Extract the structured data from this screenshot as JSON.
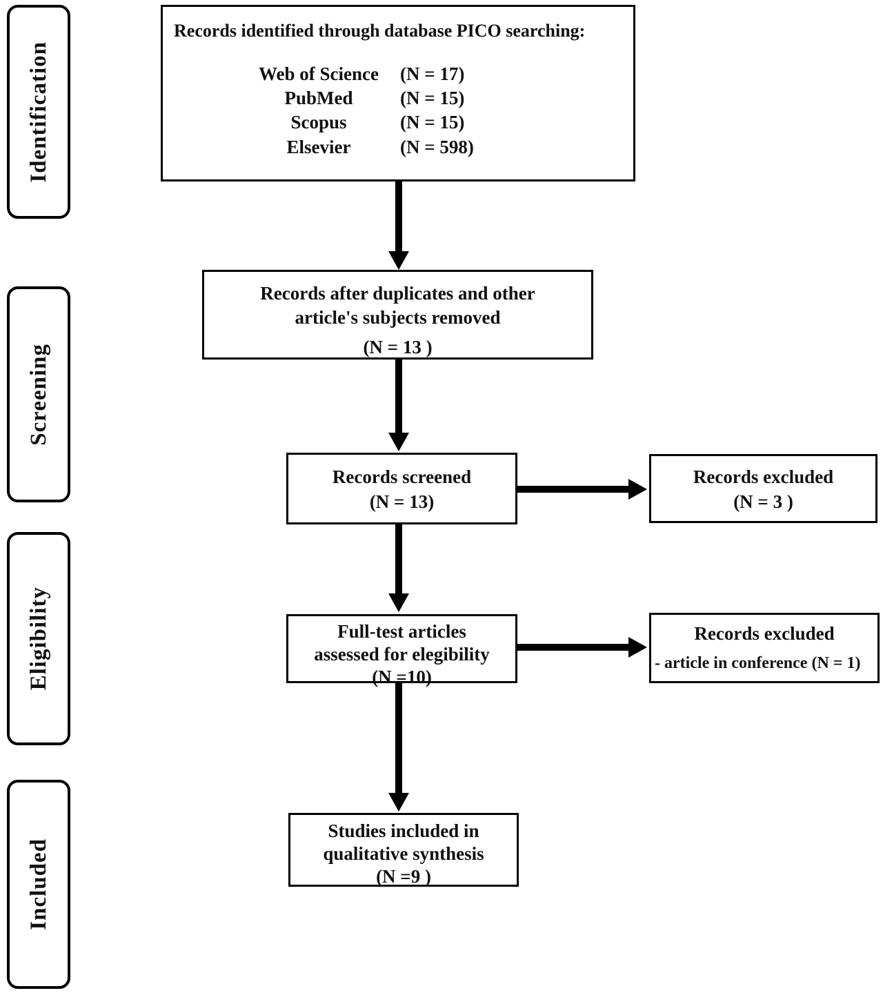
{
  "colors": {
    "background": "#ffffff",
    "border": "#000000",
    "text": "#111111"
  },
  "stages": [
    {
      "label": "Identification"
    },
    {
      "label": "Screening"
    },
    {
      "label": "Eligibility"
    },
    {
      "label": "Included"
    }
  ],
  "identification": {
    "header": "Records identified through database PICO searching:",
    "sources": [
      {
        "name": "Web of Science",
        "count": "(N = 17)"
      },
      {
        "name": "PubMed",
        "count": "(N = 15)"
      },
      {
        "name": "Scopus",
        "count": "(N = 15)"
      },
      {
        "name": "Elsevier",
        "count": "(N = 598)"
      }
    ]
  },
  "dedup": {
    "line1": "Records after duplicates and other",
    "line2": "article's subjects removed",
    "count": "(N = 13 )"
  },
  "screened": {
    "line1": "Records screened",
    "count": "(N = 13)"
  },
  "excluded1": {
    "line1": "Records excluded",
    "count": "(N = 3 )"
  },
  "fulltext": {
    "line1": "Full-test articles",
    "line2": "assessed for elegibility",
    "count": "(N =10)"
  },
  "excluded2": {
    "line1": "Records excluded",
    "reason": "- article in conference (N = 1)"
  },
  "included": {
    "line1": "Studies included in",
    "line2": "qualitative synthesis",
    "count": "(N =9 )"
  }
}
